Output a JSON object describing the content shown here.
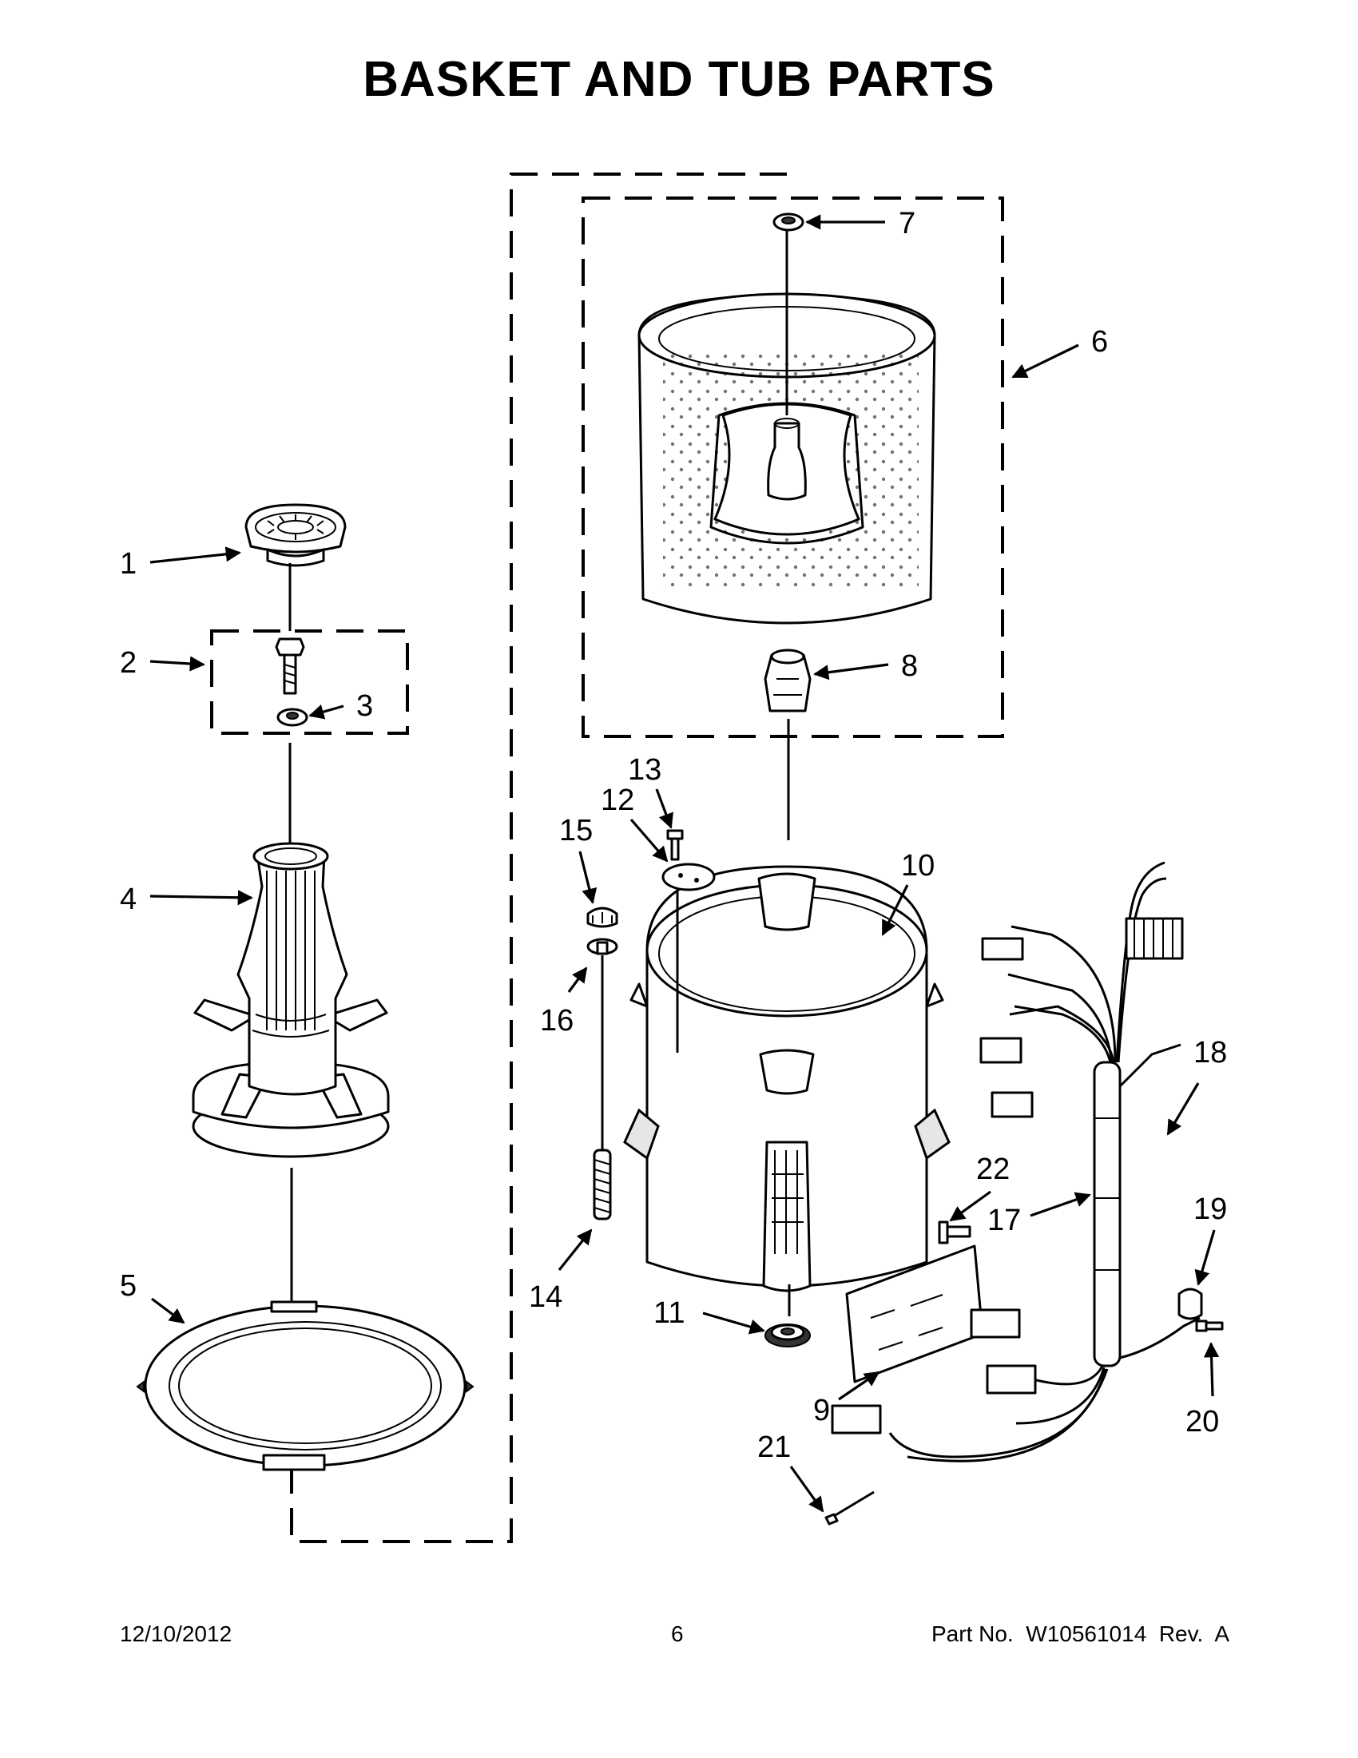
{
  "title": "BASKET AND TUB PARTS",
  "footer": {
    "date": "12/10/2012",
    "page_number": "6",
    "part_number": "Part No.  W10561014  Rev.  A"
  },
  "callouts": {
    "c1": "1",
    "c2": "2",
    "c3": "3",
    "c4": "4",
    "c5": "5",
    "c6": "6",
    "c7": "7",
    "c8": "8",
    "c9": "9",
    "c10": "10",
    "c11": "11",
    "c12": "12",
    "c13": "13",
    "c14": "14",
    "c15": "15",
    "c16": "16",
    "c17": "17",
    "c18": "18",
    "c19": "19",
    "c20": "20",
    "c21": "21",
    "c22": "22"
  }
}
